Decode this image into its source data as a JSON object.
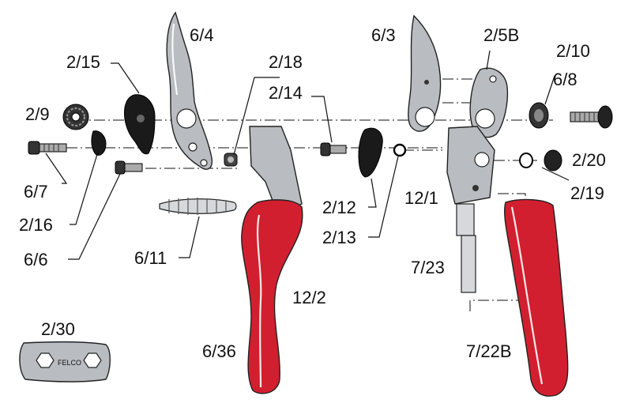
{
  "labels": {
    "p6_4": "6/4",
    "p6_3": "6/3",
    "p2_5B": "2/5B",
    "p2_10": "2/10",
    "p6_8": "6/8",
    "p2_15": "2/15",
    "p2_18": "2/18",
    "p2_14": "2/14",
    "p2_9": "2/9",
    "p2_20": "2/20",
    "p6_7": "6/7",
    "p2_16": "2/16",
    "p6_6": "6/6",
    "p6_11": "6/11",
    "p2_12": "2/12",
    "p2_13": "2/13",
    "p12_1": "12/1",
    "p2_19": "2/19",
    "p7_23": "7/23",
    "p12_2": "12/2",
    "p2_30": "2/30",
    "p6_36": "6/36",
    "p7_22B": "7/22B"
  },
  "wrench_brand": "FELCO",
  "colors": {
    "handle_red": "#d21f2f",
    "metal": "#b9bcc0",
    "dark_part": "#1a1a1a"
  }
}
